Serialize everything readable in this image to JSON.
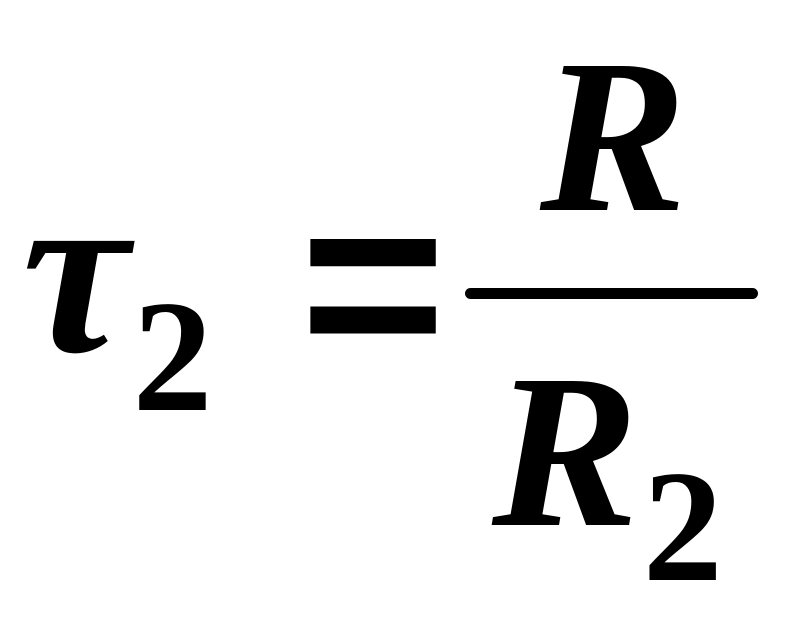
{
  "formula": {
    "lhs_symbol": "τ",
    "lhs_subscript": "2",
    "equals": "=",
    "numerator": "R",
    "denominator": "R",
    "denominator_subscript": "2"
  }
}
